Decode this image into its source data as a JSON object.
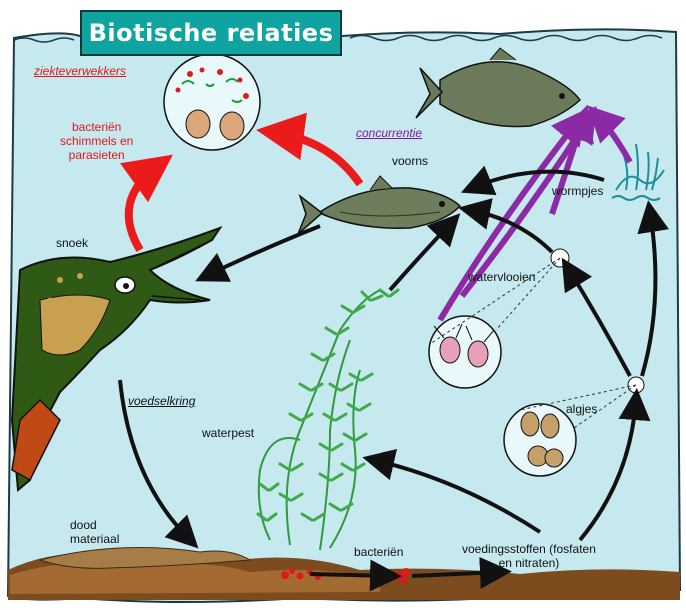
{
  "title": "Biotische relaties",
  "labels": {
    "ziekteverwekkers": "ziekteverwekkers",
    "bacterien_schimmels": "bacteriën\nschimmels en\nparasieten",
    "concurrentie": "concurrentie",
    "voorns": "voorns",
    "wormpjes": "wormpjes",
    "snoek": "snoek",
    "watervlooien": "watervlooien",
    "voedselkring": "voedselkring",
    "waterpest": "waterpest",
    "algjes": "algjes",
    "dood_materiaal": "dood\nmateriaal",
    "bacterien": "bacteriën",
    "voedingsstoffen": "voedingsstoffen (fosfaten\nen nitraten)"
  },
  "colors": {
    "water": "#c6e9ef",
    "water_deep": "#a9dde6",
    "title_bg": "#0fa4a0",
    "red_arrow": "#ec1b1b",
    "purple_arrow": "#8c2aa6",
    "black_arrow": "#111111",
    "plant": "#3faa4a",
    "sediment": "#8a5a2a"
  },
  "icons": [
    "pike-fish-icon",
    "roach-fish-icon",
    "bream-fish-icon",
    "worms-icon",
    "water-flea-icon",
    "algae-icon",
    "waterweed-plant-icon",
    "microbes-icon",
    "sediment-icon"
  ]
}
